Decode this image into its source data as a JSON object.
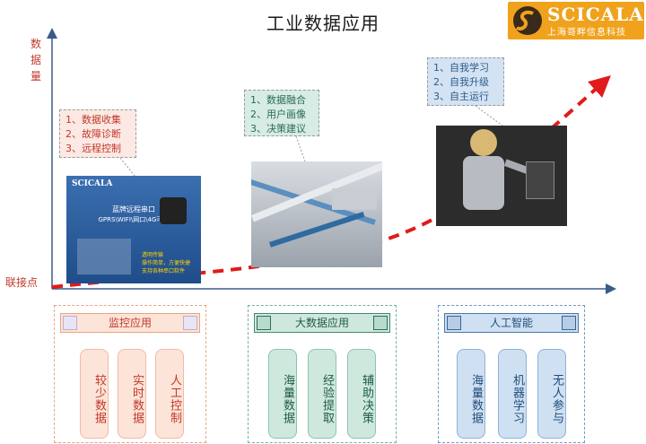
{
  "title": "工业数据应用",
  "logo": {
    "brand": "SCICALA",
    "sub": "上海哥畔信息科技"
  },
  "axis": {
    "y_label": "数据量",
    "origin_label": "联接点"
  },
  "stages": [
    {
      "notes": [
        "1、数据收集",
        "2、故障诊断",
        "3、远程控制"
      ],
      "image": {
        "brand": "SCICALA",
        "heading": "蓝牌远程串口",
        "subheading": "GPRS\\WIFI\\网口\\4G可选",
        "bullets": [
          "透明传输",
          "操作简单，方便快捷",
          "支持各种串口软件"
        ]
      }
    },
    {
      "notes": [
        "1、数据融合",
        "2、用户画像",
        "3、决策建议"
      ],
      "image": {}
    },
    {
      "notes": [
        "1、自我学习",
        "2、自我升级",
        "3、自主运行"
      ],
      "image": {}
    }
  ],
  "panels": [
    {
      "heading": "监控应用",
      "cards": [
        "较少数据",
        "实时数据",
        "人工控制"
      ]
    },
    {
      "heading": "大数据应用",
      "cards": [
        "海量数据",
        "经验提取",
        "辅助决策"
      ]
    },
    {
      "heading": "人工智能",
      "cards": [
        "海量数据",
        "机器学习",
        "无人参与"
      ]
    }
  ],
  "colors": {
    "axis": "#3a5a8a",
    "trend": "#e01b1b",
    "panel1": "#fde4d8",
    "panel2": "#cfe8dd",
    "panel3": "#cfe0f2"
  }
}
